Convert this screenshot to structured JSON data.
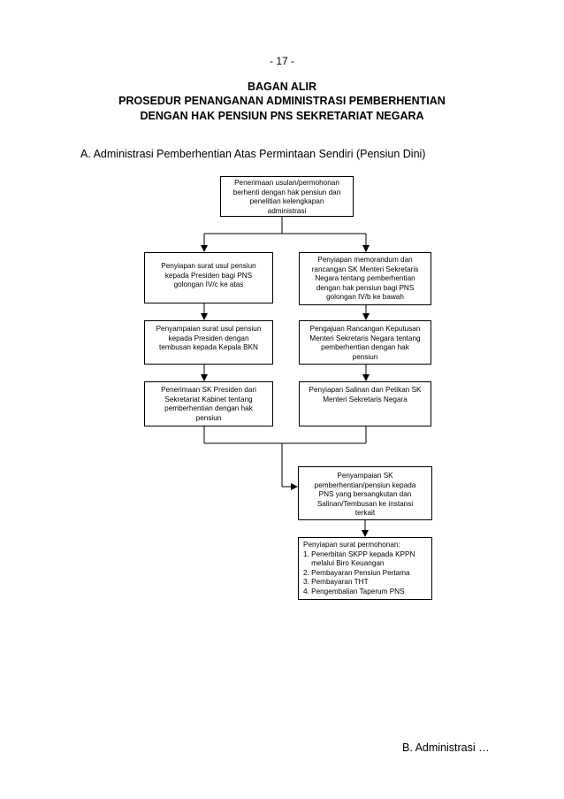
{
  "page_number": "-  17  -",
  "heading": {
    "line1": "BAGAN ALIR",
    "line2": "PROSEDUR PENANGANAN ADMINISTRASI PEMBERHENTIAN",
    "line3": "DENGAN HAK PENSIUN PNS SEKRETARIAT NEGARA"
  },
  "section_title": "A.  Administrasi Pemberhentian Atas Permintaan Sendiri (Pensiun Dini)",
  "boxes": {
    "b1": [
      "Penerimaan usulan/permohonan",
      "berhenti dengan hak pensiun dan",
      "penelitian kelengkapan",
      "administrasi"
    ],
    "b2": [
      "Penyiapan surat usul pensiun",
      "kepada Presiden bagi PNS",
      "golongan IV/c ke atas"
    ],
    "b3": [
      "Penyiapan memorandum dan",
      "rancangan SK Menteri Sekretaris",
      "Negara tentang pemberhentian",
      "dengan hak pensiun bagi PNS",
      "golongan IV/b ke bawah"
    ],
    "b4": [
      "Penyampaian surat usul  pensiun",
      "kepada Presiden dengan",
      "tembusan kepada Kepala BKN"
    ],
    "b5": [
      "Pengajuan Rancangan Keputusan",
      "Menteri Sekretaris Negara tentang",
      "pemberhentian dengan hak",
      "pensiun"
    ],
    "b6": [
      "Penerimaan SK Presiden dari",
      "Sekretariat Kabinet tentang",
      "pemberhentian dengan hak",
      "pensiun"
    ],
    "b7": [
      "Penyiapan Salinan dan Petikan SK",
      "Menteri Sekretaris Negara"
    ],
    "b8": [
      "Penyampaian SK",
      "pemberhentian/pensiun kepada",
      "PNS yang bersangkutan dan",
      "Salinan/Tembusan ke instansi",
      "terkait"
    ],
    "b9": [
      "Penyiapan surat permohonan:",
      "1. Penerbitan SKPP kepada KPPN",
      "    melalui Biro Keuangan",
      "2. Pembayaran Pensiun Pertama",
      "3. Pembayaran THT",
      "4. Pengembalian Taperum PNS"
    ]
  },
  "footer": "B. Administrasi …"
}
